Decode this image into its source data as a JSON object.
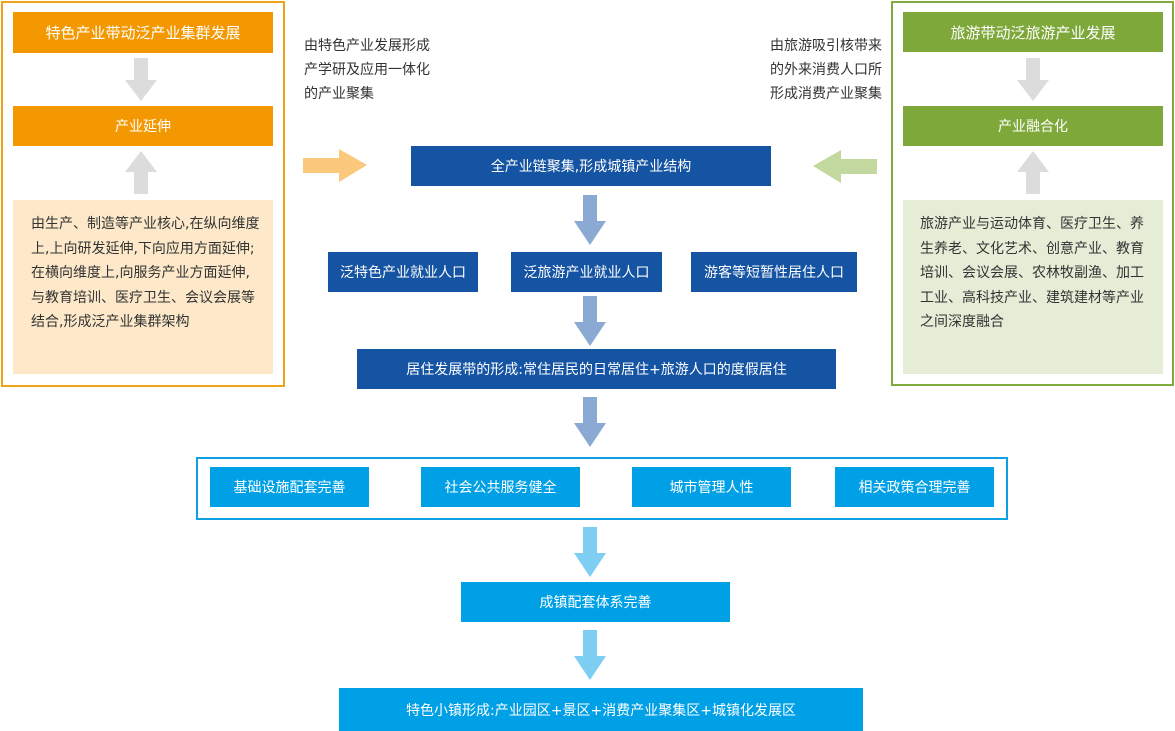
{
  "left_panel": {
    "title": "特色产业带动泛产业集群发展",
    "sub_title": "产业延伸",
    "description": "由生产、制造等产业核心,在纵向维度上,上向研发延伸,下向应用方面延伸;在横向维度上,向服务产业方面延伸,与教育培训、医疗卫生、会议会展等结合,形成泛产业集群架构",
    "note": "由特色产业发展形成产学研及应用一体化的产业聚集"
  },
  "right_panel": {
    "title": "旅游带动泛旅游产业发展",
    "sub_title": "产业融合化",
    "description": "旅游产业与运动体育、医疗卫生、养生养老、文化艺术、创意产业、教育培训、会议会展、农林牧副渔、加工工业、高科技产业、建筑建材等产业之间深度融合",
    "note": "由旅游吸引核带来的外来消费人口所形成消费产业聚集"
  },
  "center": {
    "cluster": "全产业链聚集,形成城镇产业结构",
    "populations": [
      "泛特色产业就业人口",
      "泛旅游产业就业人口",
      "游客等短暂性居住人口"
    ],
    "residence": "居住发展带的形成:常住居民的日常居住+旅游人口的度假居住",
    "supports": [
      "基础设施配套完善",
      "社会公共服务健全",
      "城市管理人性",
      "相关政策合理完善"
    ],
    "system": "成镇配套体系完善",
    "result": "特色小镇形成:产业园区+景区+消费产业聚集区+城镇化发展区"
  },
  "colors": {
    "orange": "#f39800",
    "orange_border": "#f0a218",
    "orange_light": "#fde9c9",
    "green": "#7fa83b",
    "green_light": "#e5edd7",
    "navy": "#1553a3",
    "sky": "#00a0e6",
    "arrow_gray": "#dcdcdc",
    "arrow_steel": "#8aaad3",
    "arrow_light": "#7ecef4",
    "arrow_peach": "#fac97c",
    "arrow_sage": "#c2d89e"
  }
}
